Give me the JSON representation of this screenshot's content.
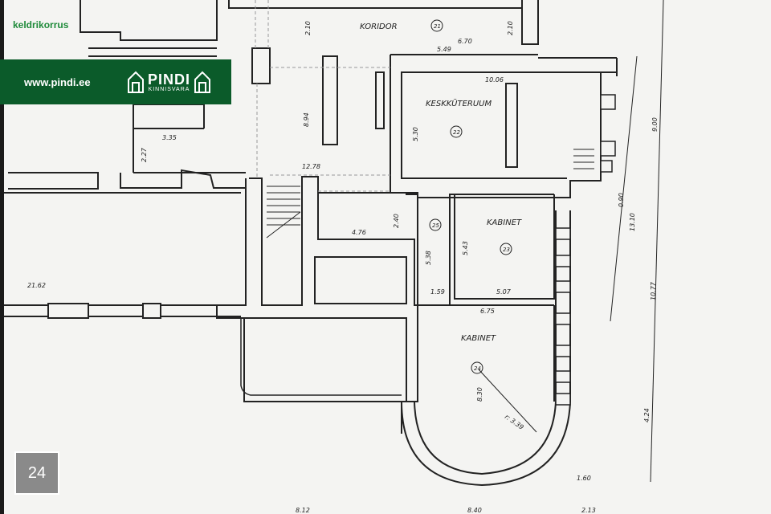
{
  "header": {
    "floor_label": "keldrikorrus"
  },
  "brand": {
    "url": "www.pindi.ee",
    "name": "PINDI",
    "sub": "KINNISVARA",
    "color": "#0b5b2a"
  },
  "page_badge": "24",
  "rooms": {
    "koridor": {
      "name": "KORIDOR",
      "number": "21"
    },
    "keskkuteruum": {
      "name": "KESKKÜTERUUM",
      "number": "22"
    },
    "kabinet_23": {
      "name": "KABINET",
      "number": "23"
    },
    "kabinet_24": {
      "name": "KABINET",
      "number": "24"
    },
    "room_25": {
      "number": "25"
    }
  },
  "dimensions": {
    "d_210a": "2.10",
    "d_210b": "2.10",
    "d_670": "6.70",
    "d_549": "5.49",
    "d_1006": "10.06",
    "d_530": "5.30",
    "d_894": "8.94",
    "d_1278": "12.78",
    "d_335": "3.35",
    "d_227": "2.27",
    "d_240": "2.40",
    "d_476": "4.76",
    "d_538": "5.38",
    "d_543": "5.43",
    "d_507": "5.07",
    "d_159": "1.59",
    "d_675": "6.75",
    "d_2162": "21.62",
    "d_830": "8.30",
    "d_339": "r: 3.39",
    "d_160": "1.60",
    "d_900": "9.00",
    "d_1310": "13.10",
    "d_1077": "10.77",
    "d_090": "0.90",
    "d_424": "4.24",
    "d_812": "8.12",
    "d_840": "8.40",
    "d_213": "2.13"
  }
}
